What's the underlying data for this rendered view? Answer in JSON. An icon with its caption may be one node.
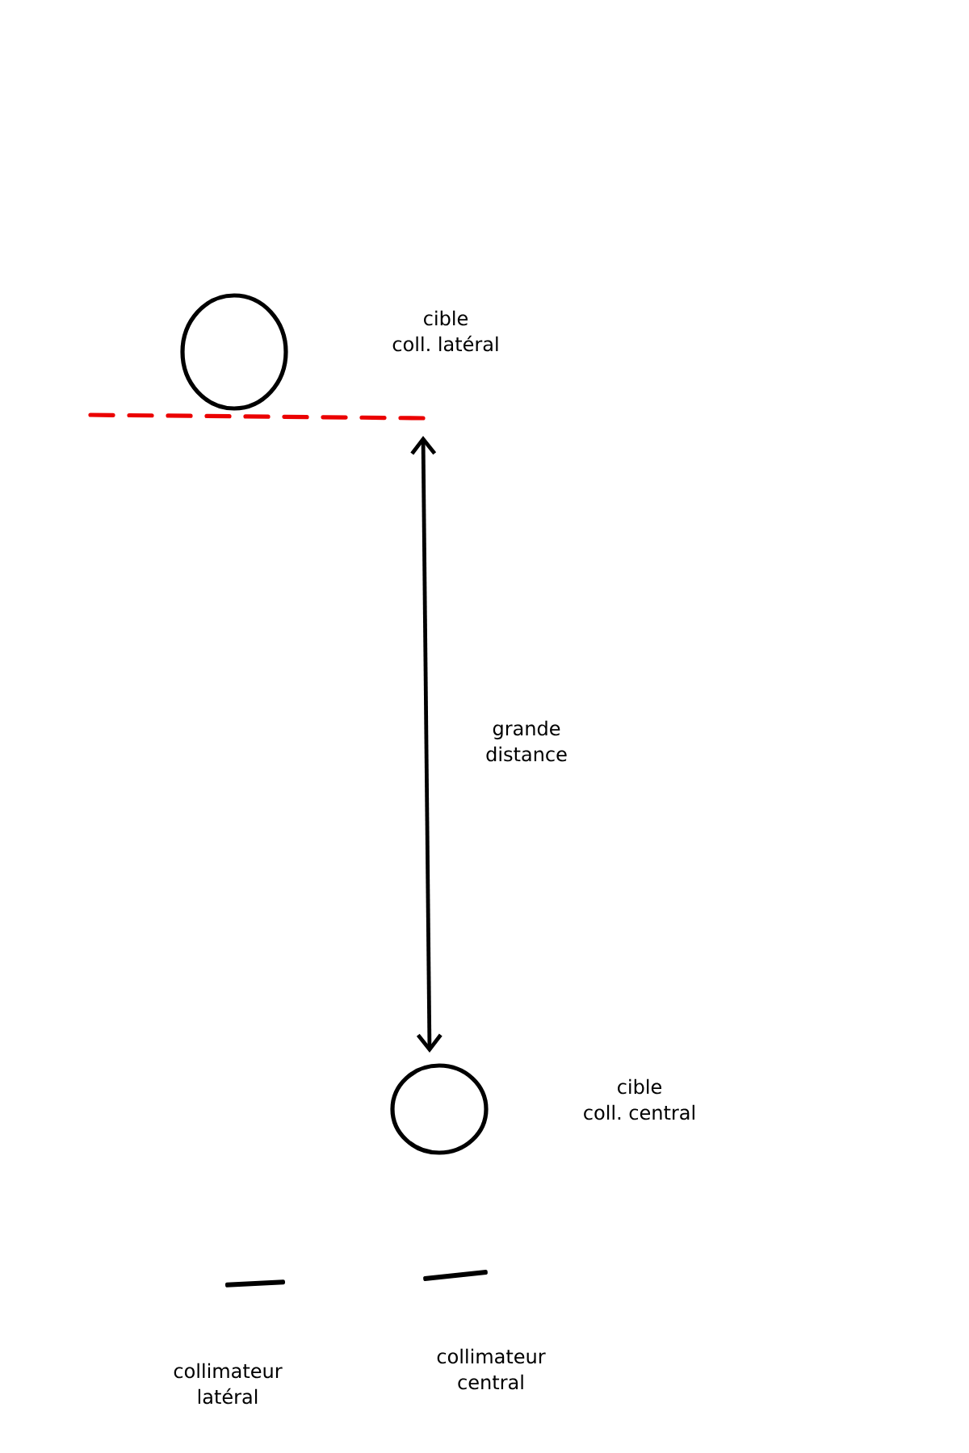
{
  "diagram": {
    "nodes": [
      {
        "text": [],
        "shape": "circle"
      },
      {
        "text": [],
        "shape": "circle"
      },
      {
        "text": [],
        "shape": "bar",
        "beside": [
          "collimateur latéral"
        ]
      },
      {
        "text": [],
        "shape": "bar",
        "beside": [
          "collimateur central"
        ]
      }
    ],
    "labels": [
      "cible coll. latéral",
      "grande distance",
      "cible coll. central"
    ]
  }
}
